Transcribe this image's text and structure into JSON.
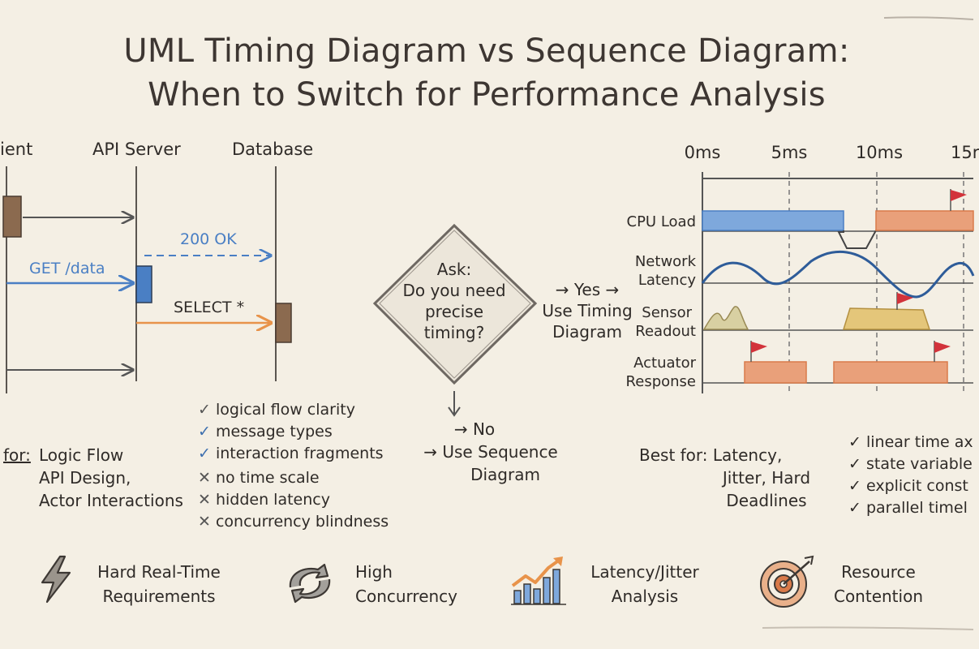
{
  "title": {
    "line1": "UML Timing Diagram vs Sequence Diagram:",
    "line2": "When to Switch for Performance Analysis"
  },
  "sequence": {
    "actors": [
      "ient",
      "API Server",
      "Database"
    ],
    "messages": {
      "ok": "200 OK",
      "get": "GET /data",
      "select": "SELECT *"
    }
  },
  "decision": {
    "question": [
      "Ask:",
      "Do you need",
      "precise",
      "timing?"
    ],
    "yes": [
      "→ Yes →",
      "Use Timing",
      "Diagram"
    ],
    "no": [
      "→ No",
      "→ Use Sequence",
      "Diagram"
    ]
  },
  "timing": {
    "ticks": [
      "0ms",
      "5ms",
      "10ms",
      "15r"
    ],
    "rows": [
      {
        "label": [
          "CPU Load"
        ]
      },
      {
        "label": [
          "Network",
          "Latency"
        ]
      },
      {
        "label": [
          "Sensor",
          "Readout"
        ]
      },
      {
        "label": [
          "Actuator",
          "Response"
        ]
      }
    ]
  },
  "sequence_best": {
    "label": "for:",
    "items": [
      "Logic Flow",
      "API Design,",
      "Actor Interactions"
    ]
  },
  "sequence_traits": [
    {
      "mark": "✓",
      "text": "logical flow clarity",
      "kind": "check"
    },
    {
      "mark": "✓",
      "text": "message types",
      "kind": "check"
    },
    {
      "mark": "✓",
      "text": "interaction fragments",
      "kind": "check"
    },
    {
      "mark": "✕",
      "text": "no time scale",
      "kind": "cross"
    },
    {
      "mark": "✕",
      "text": "hidden latency",
      "kind": "cross"
    },
    {
      "mark": "✕",
      "text": "concurrency blindness",
      "kind": "cross"
    }
  ],
  "timing_best": {
    "label": "Best for: Latency,",
    "items": [
      "Jitter, Hard",
      "Deadlines"
    ]
  },
  "timing_traits": [
    {
      "mark": "✓",
      "text": "linear time ax"
    },
    {
      "mark": "✓",
      "text": "state variable"
    },
    {
      "mark": "✓",
      "text": "explicit const"
    },
    {
      "mark": "✓",
      "text": "parallel timel"
    }
  ],
  "bottom": [
    {
      "icon": "lightning-icon",
      "lines": [
        "Hard Real-Time",
        "Requirements"
      ]
    },
    {
      "icon": "cycle-arrows-icon",
      "lines": [
        "High",
        "Concurrency"
      ]
    },
    {
      "icon": "growth-chart-icon",
      "lines": [
        "Latency/Jitter",
        "Analysis"
      ]
    },
    {
      "icon": "target-icon",
      "lines": [
        "Resource",
        "Contention"
      ]
    }
  ],
  "colors": {
    "blue": "#4a7fc4",
    "orange": "#e8934a",
    "brown": "#8b6a4f",
    "red_flag": "#d2333b",
    "yellow": "#d9b45a",
    "salmon": "#e9a07a",
    "background": "#f4efe4"
  }
}
